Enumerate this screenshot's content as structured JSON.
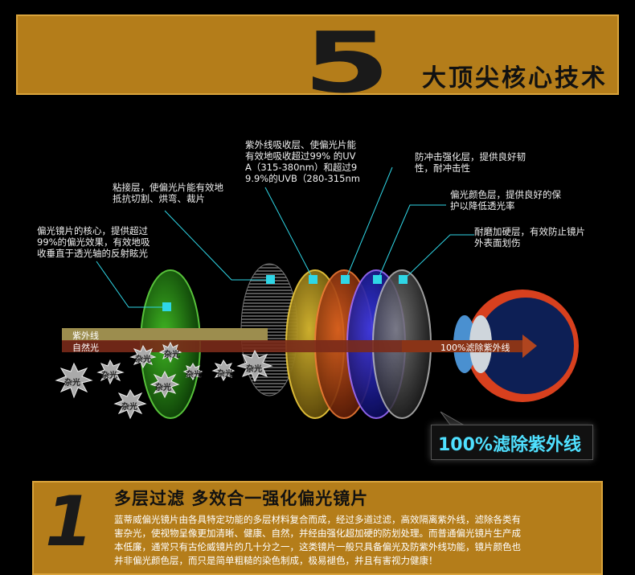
{
  "header": {
    "number": "5",
    "title": "大顶尖核心技术"
  },
  "annotations": {
    "core": "偏光镜片的核心，提供超过99%的偏光效果，有效地吸收垂直于透光轴的反射眩光",
    "adhesive": "粘接层，使偏光片能有效地抵抗切割、烘弯、裁片",
    "uv_absorb": "紫外线吸收层、使偏光片能有效地吸收超过99% 的UVA（315-380nm）和超过99.9%的UVB（280-315nm",
    "impact": "防冲击强化层，提供良好韧性，耐冲击性",
    "color": "偏光颜色层，提供良好的保护以降低透光率",
    "hardcoat": "耐磨加硬层，有效防止镜片外表面划伤"
  },
  "annotation_lines": {
    "core": [
      "偏光镜片的核心，提供超过",
      "99%的偏光效果，有效地吸",
      "收垂直于透光轴的反射眩光"
    ],
    "adhesive": [
      "粘接层，使偏光片能有效地",
      "抵抗切割、烘弯、裁片"
    ],
    "uv_absorb": [
      "紫外线吸收层、使偏光片能",
      "有效地吸收超过99% 的UV",
      "A（315-380nm）和超过9",
      "9.9%的UVB（280-315nm"
    ],
    "impact": [
      "防冲击强化层，提供良好韧",
      "性，耐冲击性"
    ],
    "color": [
      "偏光颜色层，提供良好的保",
      "护以降低透光率"
    ],
    "hardcoat": [
      "耐磨加硬层，有效防止镜片",
      "外表面划伤"
    ]
  },
  "diagram": {
    "uv_label": "紫外线",
    "natural_label": "自然光",
    "filter_label": "100%滤除紫外线",
    "noise_label": "杂光"
  },
  "badge": {
    "text": "100%滤除紫外线"
  },
  "section": {
    "number": "1",
    "title": "多层过滤  多效合一强化偏光镜片",
    "body_lines": [
      "蓝蒂威偏光镜片由各具特定功能的多层材料复合而成，经过多道过滤，高效隔离紫外线，滤除各类有",
      "害杂光，使视物呈像更加清晰、健康、自然，并经由强化超加硬的防划处理。而普通偏光镜片生产成",
      "本低廉，通常只有古伦威镜片的几十分之一，这类镜片一般只具备偏光及防紫外线功能，镜片颜色也",
      "并非偏光颜色层，而只是简单粗糙的染色制成，极易褪色，并且有害视力健康！"
    ]
  },
  "colors": {
    "banner": "#b47d1a",
    "accent_cyan": "#2fd6e6",
    "lens_green": "#2d8a1a",
    "lens_yellow": "#c9a820",
    "lens_orange": "#c4481a",
    "lens_blue": "#2a2ad8",
    "eye_red": "#d8401e"
  },
  "icons": [
    "starburst-noise-icon",
    "eyeball-icon",
    "arrow-icon"
  ]
}
